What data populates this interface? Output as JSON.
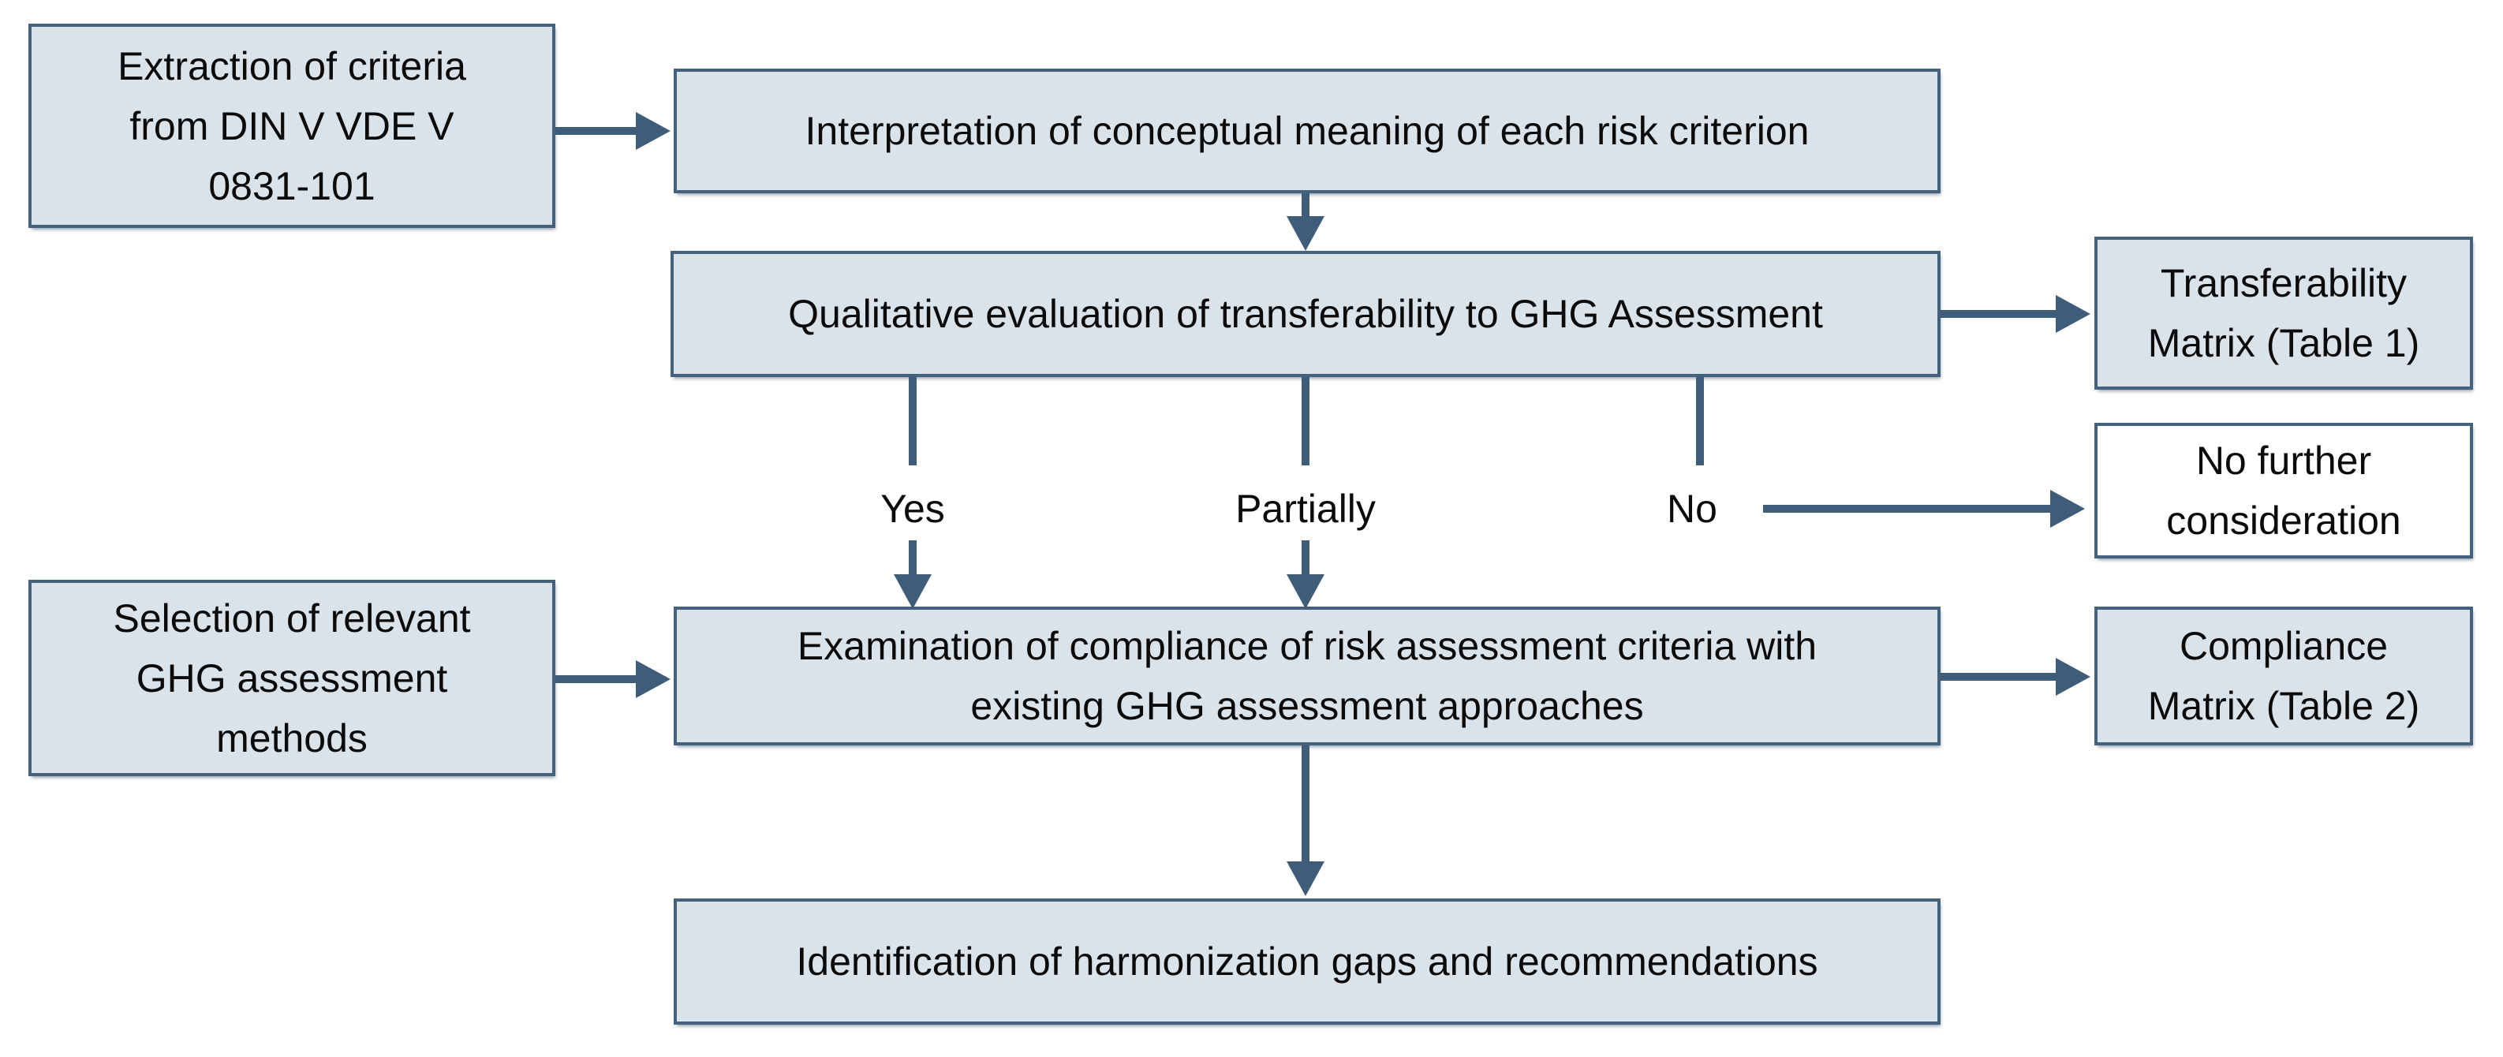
{
  "diagram": {
    "colors": {
      "box_fill": "#dae2ea",
      "box_border": "#44617e",
      "arrow": "#3f5c78",
      "text_color": "#0b0b0b",
      "white_fill": "#ffffff"
    },
    "nodes": {
      "extraction": {
        "text": "Extraction of criteria\nfrom DIN V VDE V\n0831-101"
      },
      "interpretation": {
        "text": "Interpretation of conceptual meaning of each risk criterion"
      },
      "qualitative": {
        "text": "Qualitative evaluation of transferability to GHG Assessment"
      },
      "transferability_matrix": {
        "text": "Transferability\nMatrix (Table 1)"
      },
      "no_further": {
        "text": "No further\nconsideration"
      },
      "selection": {
        "text": "Selection of relevant\nGHG assessment\nmethods"
      },
      "examination": {
        "text": "Examination of compliance of risk assessment criteria with\nexisting GHG assessment approaches"
      },
      "compliance_matrix": {
        "text": "Compliance\nMatrix (Table 2)"
      },
      "identification": {
        "text": "Identification of harmonization gaps and recommendations"
      }
    },
    "branch_labels": {
      "yes": "Yes",
      "partially": "Partially",
      "no": "No"
    }
  }
}
